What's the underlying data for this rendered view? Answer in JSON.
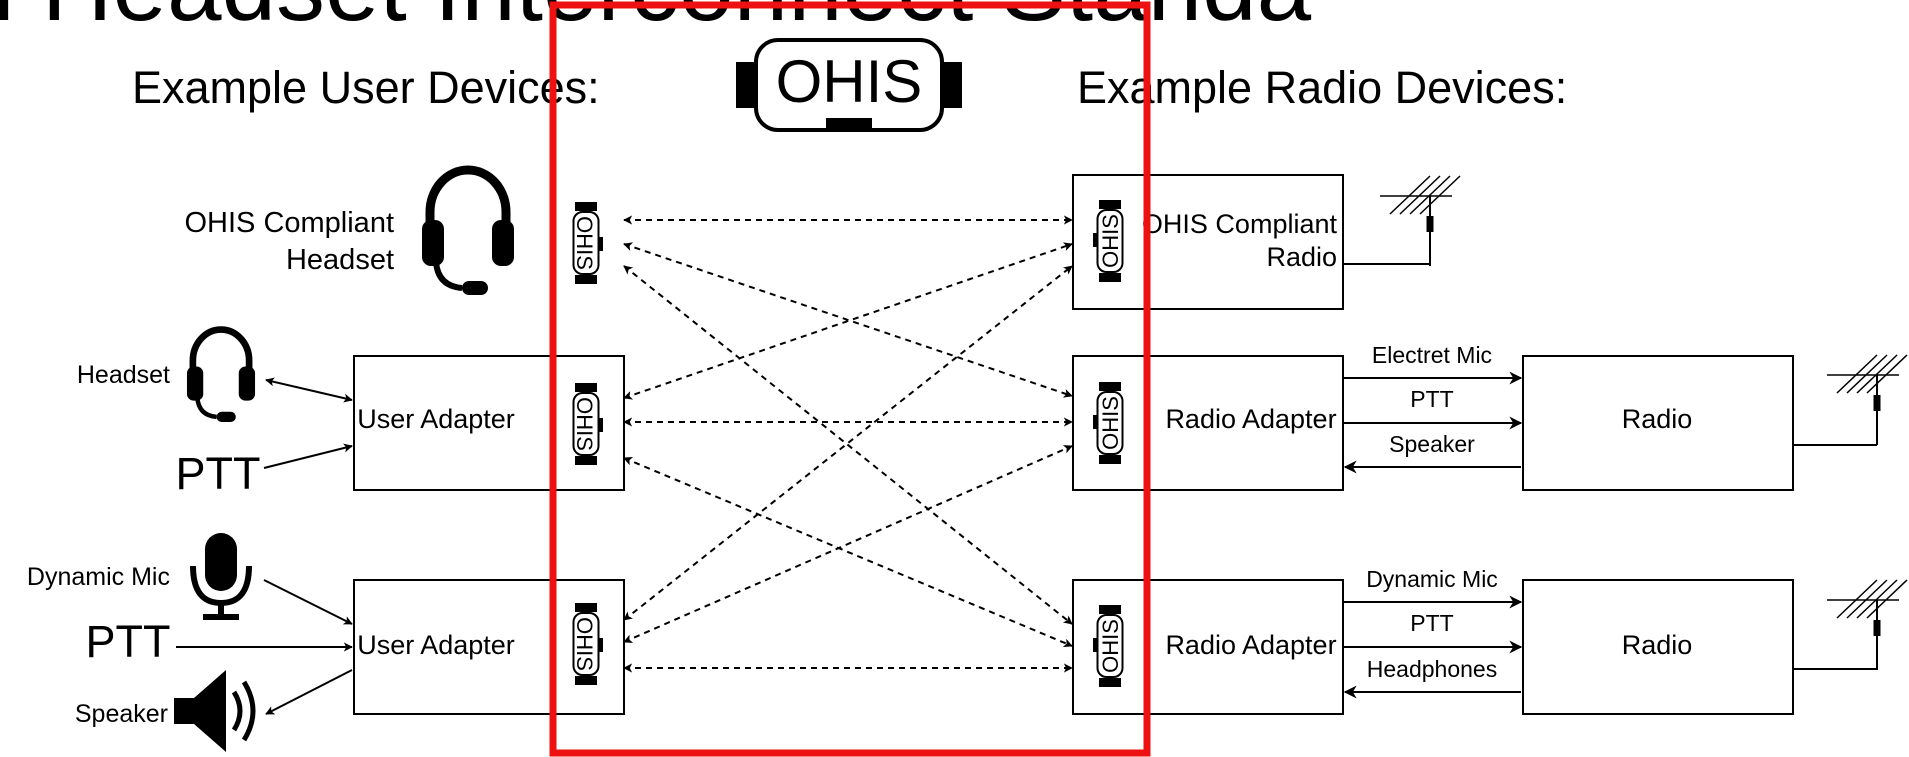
{
  "title_fragment": "n Headset Interconnect Standa",
  "logo_text": "OHIS",
  "left_heading": "Example User Devices:",
  "right_heading": "Example Radio Devices:",
  "user_devices": {
    "compliant_headset": {
      "label_line1": "OHIS Compliant",
      "label_line2": "Headset"
    },
    "row2": {
      "headset_label": "Headset",
      "ptt_label": "PTT",
      "adapter_label": "User Adapter"
    },
    "row3": {
      "mic_label": "Dynamic Mic",
      "ptt_label": "PTT",
      "speaker_label": "Speaker",
      "adapter_label": "User Adapter"
    }
  },
  "radio_devices": {
    "compliant_radio": {
      "label_line1": "OHIS Compliant",
      "label_line2": "Radio"
    },
    "row2": {
      "adapter_label": "Radio Adapter",
      "signal_1": "Electret Mic",
      "signal_2": "PTT",
      "signal_3": "Speaker",
      "radio_label": "Radio"
    },
    "row3": {
      "adapter_label": "Radio Adapter",
      "signal_1": "Dynamic Mic",
      "signal_2": "PTT",
      "signal_3": "Headphones",
      "radio_label": "Radio"
    }
  },
  "connector_label": "OHIS",
  "colors": {
    "highlight": "#ee1111",
    "ink": "#000000",
    "background": "#ffffff"
  },
  "icons": [
    "headset-icon",
    "microphone-icon",
    "speaker-icon",
    "antenna-icon",
    "ohis-connector-icon",
    "ohis-logo"
  ]
}
